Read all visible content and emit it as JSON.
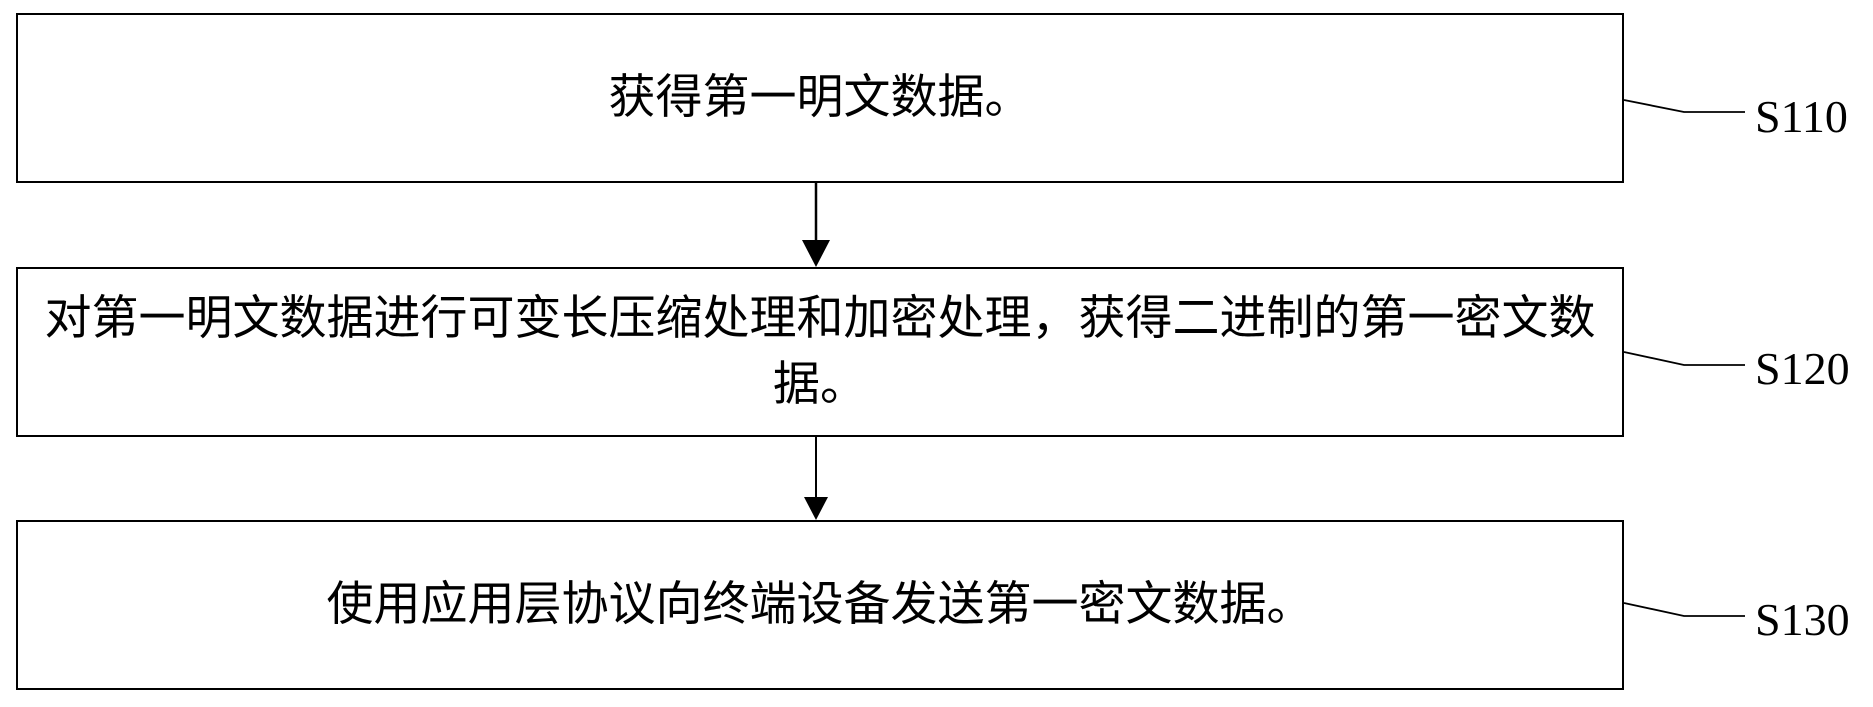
{
  "steps": [
    {
      "text": "获得第一明文数据。",
      "label": "S110"
    },
    {
      "text": "对第一明文数据进行可变长压缩处理和加密处理，获得二进制的第一密文数据。",
      "label": "S120"
    },
    {
      "text": "使用应用层协议向终端设备发送第一密文数据。",
      "label": "S130"
    }
  ]
}
